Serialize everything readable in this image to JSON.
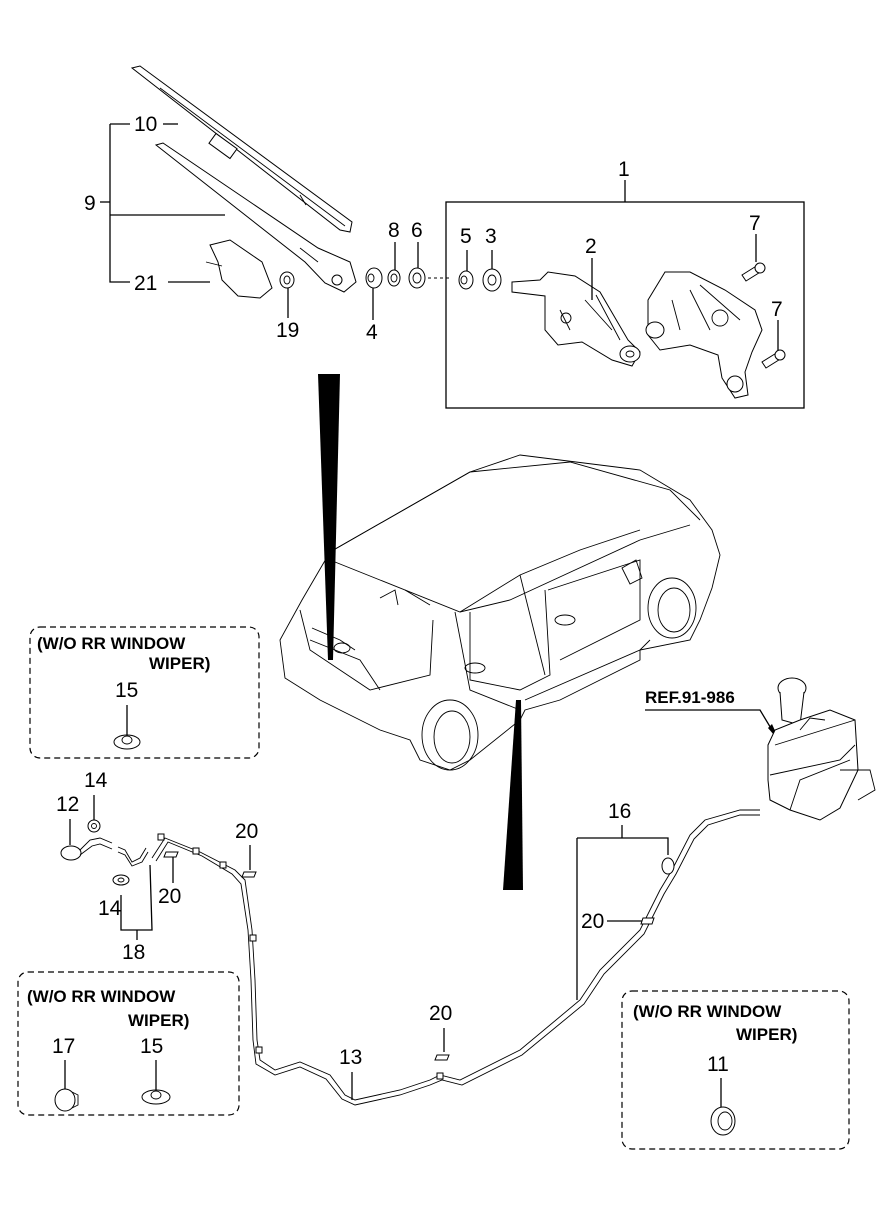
{
  "diagram": {
    "title": "Rear window wiper & washer parts diagram",
    "callouts": {
      "c1": "1",
      "c2": "2",
      "c3": "3",
      "c4": "4",
      "c5": "5",
      "c6": "6",
      "c7a": "7",
      "c7b": "7",
      "c8": "8",
      "c9": "9",
      "c10": "10",
      "c11": "11",
      "c12": "12",
      "c13": "13",
      "c14a": "14",
      "c14b": "14",
      "c15a": "15",
      "c15b": "15",
      "c16": "16",
      "c17": "17",
      "c18": "18",
      "c19": "19",
      "c20a": "20",
      "c20b": "20",
      "c20c": "20",
      "c20d": "20",
      "c21": "21"
    },
    "reference": "REF.91-986",
    "notes": [
      {
        "line1": "(W/O RR WINDOW",
        "line2": "WIPER)"
      },
      {
        "line1": "(W/O RR WINDOW",
        "line2": "WIPER)"
      },
      {
        "line1": "(W/O RR WINDOW",
        "line2": "WIPER)"
      }
    ]
  }
}
